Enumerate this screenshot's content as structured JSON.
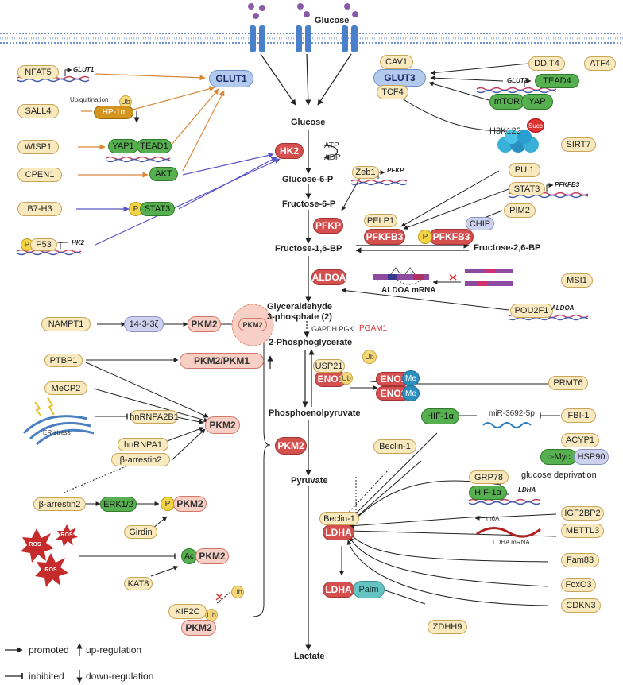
{
  "metabolites": {
    "glucose_top": "Glucose",
    "glucose": "Glucose",
    "g6p": "Glucose-6-P",
    "f6p": "Fructose-6-P",
    "f16bp": "Fructose-1,6-BP",
    "f26bp": "Fructose-2,6-BP",
    "ga3p": "Glyceraldehyde\n3-phosphate (2)",
    "pg2": "2-Phosphoglycerate",
    "pep": "Phosphoenolpyruvate",
    "pyruvate": "Pyruvate",
    "lactate": "Lactate",
    "atp": "ATP",
    "adp": "ADP",
    "gapdh_pgk": "GAPDH PGK",
    "pgam1": "PGAM1"
  },
  "enzymes": {
    "glut1": "GLUT1",
    "glut3": "GLUT3",
    "hk2": "HK2",
    "pfkp": "PFKP",
    "pfkfb3": "PFKFB3",
    "pfkfb3b": "PFKFB3",
    "aldoa": "ALDOA",
    "eno1": "ENO1",
    "eno1a": "ENO1",
    "eno1b": "ENO1",
    "pkm2_main": "PKM2",
    "ldha": "LDHA",
    "ldha2": "LDHA",
    "palm": "Palm",
    "me1": "Me",
    "me2": "Me"
  },
  "regulators": {
    "nfat5": "NFAT5",
    "glut1_gene": "GLUT1",
    "sall4": "SALL4",
    "ubiquitination": "Ubiquitination",
    "hp1a": "HP-1α",
    "ub_hp1a": "Ub",
    "wisp1": "WISP1",
    "yap1": "YAP1",
    "tead1": "TEAD1",
    "cpen1": "CPEN1",
    "akt": "AKT",
    "b7h3": "B7-H3",
    "stat3_left": "STAT3",
    "p_stat3": "P",
    "p53": "P53",
    "p_p53": "P",
    "hk2_gene": "HK2",
    "cav1": "CAV1",
    "tcf4": "TCF4",
    "ddit4": "DDIT4",
    "atf4": "ATF4",
    "glut3_gene": "GLUT3",
    "tead4": "TEAD4",
    "mtor": "mTOR",
    "yap": "YAP",
    "h3k122": "H3K122",
    "succ": "Succ",
    "sirt7": "SIRT7",
    "zeb1": "Zeb1",
    "pfkp_gene": "PFKP",
    "pu1": "PU.1",
    "stat3_right": "STAT3",
    "pfkfb3_gene": "PFKFB3",
    "pim2": "PIM2",
    "pelp1": "PELP1",
    "chip": "CHIP",
    "p_pfkfb3": "P",
    "aldoa_mrna": "ALDOA mRNA",
    "msi1": "MSI1",
    "pou2f1": "POU2F1",
    "aldoa_gene": "ALDOA",
    "usp21": "USP21",
    "ub_eno1a": "Ub",
    "ub_eno1b": "Ub",
    "prmt6": "PRMT6",
    "hif1a": "HIF-1α",
    "mir": "miR-3692-5p",
    "fbi1": "FBI-1",
    "acyp1": "ACYP1",
    "cmyc": "c-Myc",
    "hsp90": "HSP90",
    "grp78": "GRP78",
    "glucose_depr": "glucose deprivation",
    "hif1a_b": "HIF-1α",
    "ldha_gene": "LDHA",
    "beclin1_a": "Beclin-1",
    "beclin1_b": "Beclin-1",
    "igf2bp2": "IGF2BP2",
    "m6a": "m6A",
    "mettl3": "METTL3",
    "ldha_mrna": "LDHA mRNA",
    "fam83": "Fam83",
    "foxo3": "FoxO3",
    "cdkn3": "CDKN3",
    "zdhh9": "ZDHH9",
    "nampt1": "NAMPT1",
    "p1433": "14-3-3ζ",
    "pkm2_a": "PKM2",
    "pkm2_circle": "PKM2",
    "ptbp1": "PTBP1",
    "pkm2pkm1": "PKM2/PKM1",
    "mecp2": "MeCP2",
    "er_stress": "ER stress",
    "hnrnpa2b1": "hnRNPA2B1",
    "pkm2_b": "PKM2",
    "hnrnpa1": "hnRNPA1",
    "barrestin2_a": "β-arrestin2",
    "barrestin2_b": "β-arrestin2",
    "erk12": "ERK1/2",
    "p_pkm2": "P",
    "pkm2_c": "PKM2",
    "girdin": "Girdin",
    "ros1": "ROS",
    "ros2": "ROS",
    "ros3": "ROS",
    "ac": "Ac",
    "pkm2_d": "PKM2",
    "kat8": "KAT8",
    "kif2c": "KIF2C",
    "ub_kif": "Ub",
    "ub_pkm2": "Ub",
    "pkm2_e": "PKM2"
  },
  "legend": {
    "promoted": "promoted",
    "upreg": "up-regulation",
    "inhibited": "inhibited",
    "downreg": "down-regulation"
  },
  "colors": {
    "orange_arrow": "#d9883a",
    "purple_arrow": "#5a55c4",
    "black_arrow": "#222222",
    "membrane": "#6d8fd0",
    "channel": "#4a7fc9"
  }
}
